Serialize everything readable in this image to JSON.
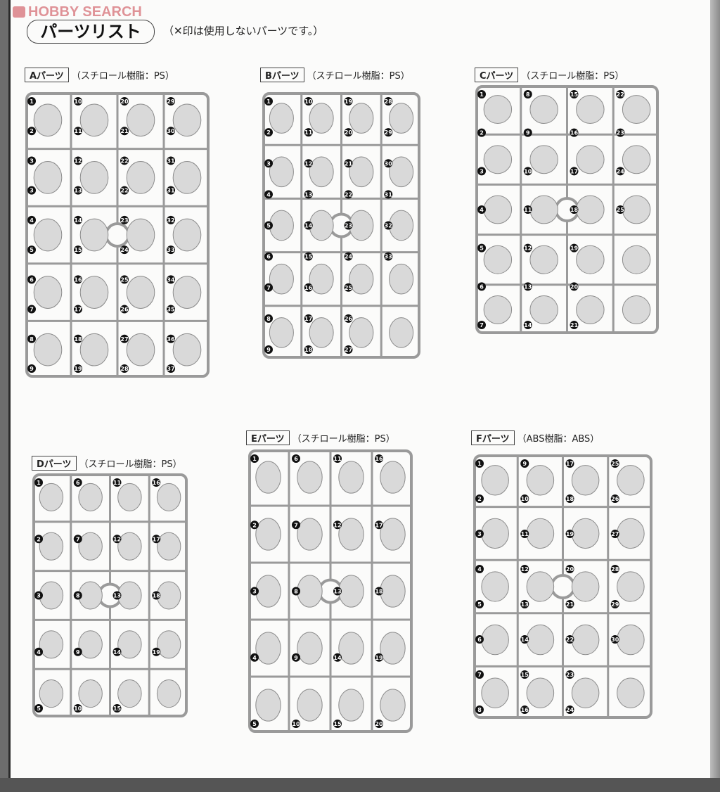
{
  "watermark": "HOBBY SEARCH",
  "title": "パーツリスト",
  "note": "（✕印は使用しないパーツです。）",
  "sections": [
    {
      "label": "Aパーツ",
      "material": "（スチロール樹脂：PS）",
      "parts": [
        "1",
        "2",
        "3",
        "3",
        "4",
        "5",
        "6",
        "7",
        "8",
        "9",
        "10",
        "11",
        "12",
        "13",
        "14",
        "15",
        "16",
        "17",
        "18",
        "19",
        "20",
        "21",
        "22",
        "22",
        "23",
        "24",
        "25",
        "26",
        "27",
        "28",
        "29",
        "30",
        "31",
        "31",
        "32",
        "33",
        "34",
        "35",
        "36",
        "37"
      ]
    },
    {
      "label": "Bパーツ",
      "material": "（スチロール樹脂：PS）",
      "parts": [
        "1",
        "2",
        "3",
        "4",
        "5",
        "6",
        "7",
        "8",
        "9",
        "10",
        "11",
        "12",
        "13",
        "14",
        "15",
        "16",
        "17",
        "18",
        "19",
        "20",
        "21",
        "22",
        "23",
        "24",
        "25",
        "26",
        "27",
        "28",
        "29",
        "30",
        "31",
        "32",
        "33"
      ]
    },
    {
      "label": "Cパーツ",
      "material": "（スチロール樹脂：PS）",
      "parts": [
        "1",
        "2",
        "3",
        "4",
        "5",
        "6",
        "7",
        "8",
        "9",
        "10",
        "11",
        "12",
        "13",
        "14",
        "15",
        "16",
        "17",
        "18",
        "19",
        "20",
        "21",
        "22",
        "23",
        "24",
        "25"
      ]
    },
    {
      "label": "Dパーツ",
      "material": "（スチロール樹脂：PS）",
      "parts": [
        "1",
        "2",
        "3",
        "4",
        "5",
        "6",
        "7",
        "8",
        "9",
        "10",
        "11",
        "12",
        "13",
        "14",
        "15",
        "16",
        "17",
        "18",
        "19"
      ]
    },
    {
      "label": "Eパーツ",
      "material": "（スチロール樹脂：PS）",
      "parts": [
        "1",
        "2",
        "3",
        "4",
        "5",
        "6",
        "7",
        "8",
        "9",
        "10",
        "11",
        "12",
        "13",
        "14",
        "15",
        "16",
        "17",
        "18",
        "19",
        "20"
      ]
    },
    {
      "label": "Fパーツ",
      "material": "（ABS樹脂：ABS）",
      "parts": [
        "1",
        "2",
        "3",
        "4",
        "5",
        "6",
        "7",
        "8",
        "9",
        "10",
        "11",
        "12",
        "13",
        "14",
        "15",
        "16",
        "17",
        "18",
        "19",
        "20",
        "21",
        "22",
        "23",
        "24",
        "25",
        "26",
        "27",
        "28",
        "29",
        "30"
      ]
    }
  ]
}
